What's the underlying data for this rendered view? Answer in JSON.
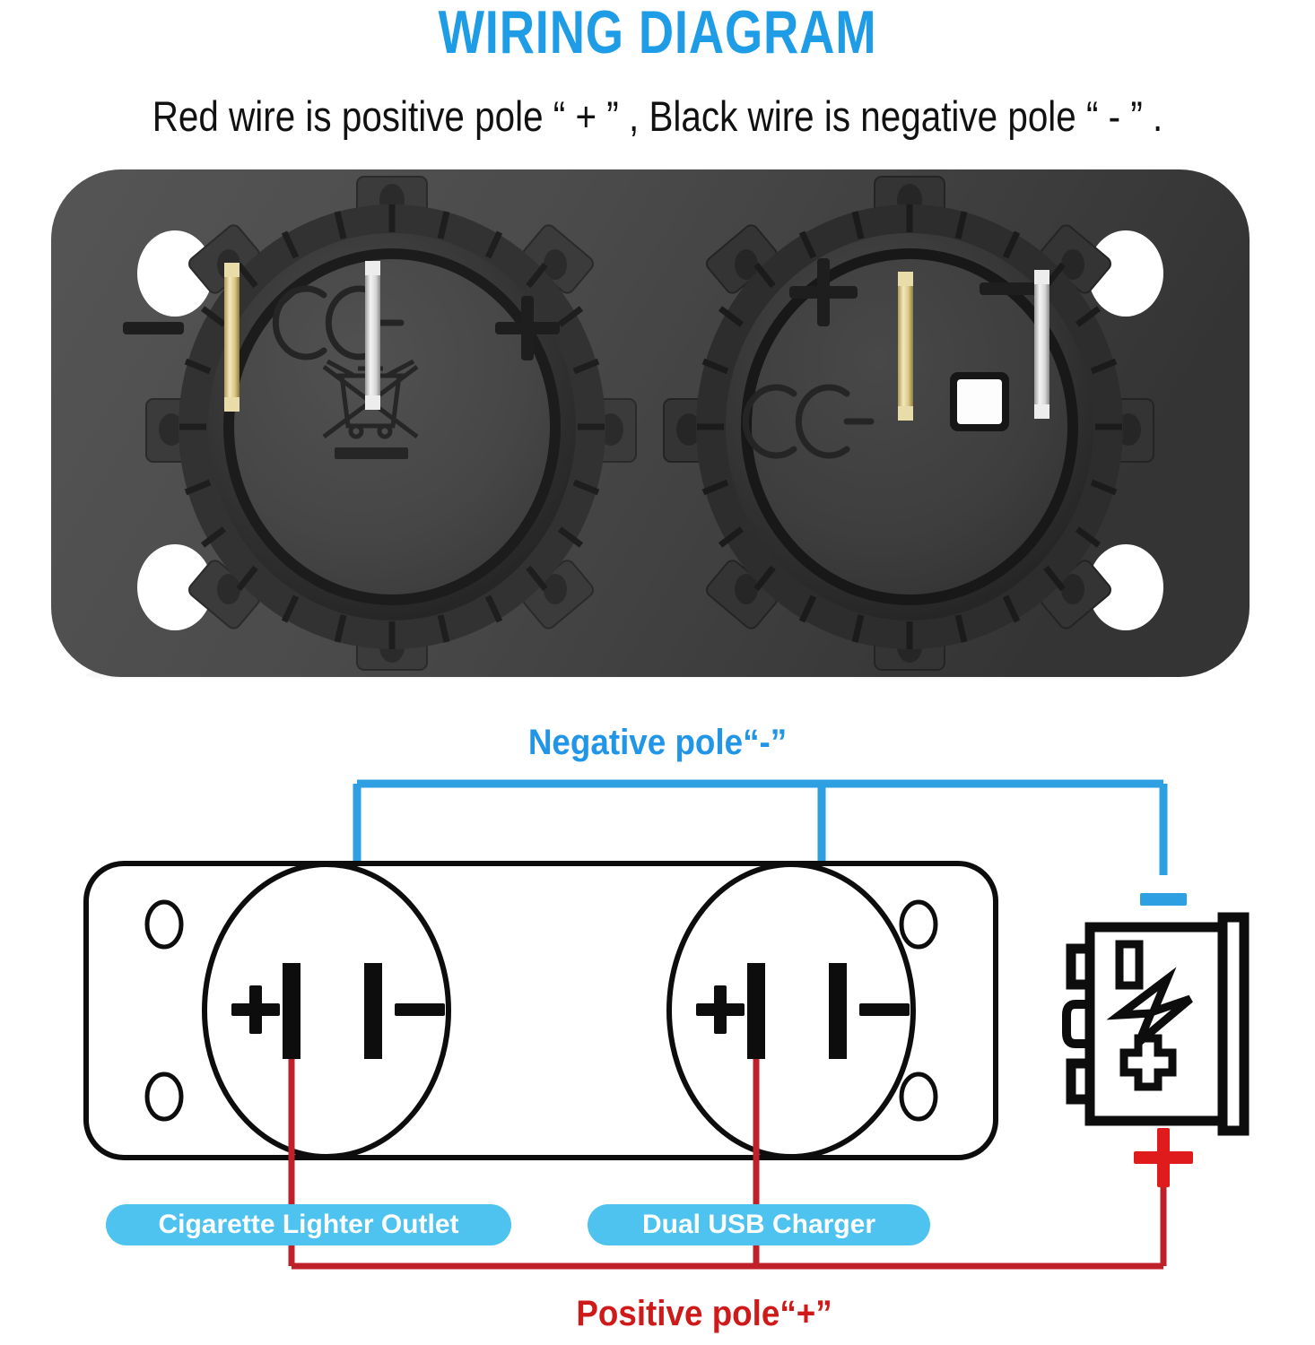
{
  "header": {
    "title": "WIRING DIAGRAM",
    "subtitle": "Red wire is positive pole “ + ” ,   Black wire is negative pole “ - ” ."
  },
  "colors": {
    "title_blue": "#1f9ce6",
    "wire_blue": "#2e9fe0",
    "wire_red": "#c0202a",
    "label_blue": "#2196e8",
    "label_red": "#cf1a1a",
    "badge_blue": "#4ec3ef",
    "panel_gray": "#4a4a4a",
    "panel_gray_dark": "#3a3a3a",
    "outline_black": "#0d0d0d"
  },
  "photo": {
    "description": "Dual socket mounting panel photograph",
    "panel": {
      "mount_holes": 4
    },
    "sockets": [
      {
        "name": "cigarette-lighter-socket",
        "marks": {
          "minus": "−",
          "plus": "+",
          "ce": "CE",
          "weee": "crossed-out-wheelie-bin"
        },
        "terminals": [
          "brass-terminal",
          "silver-terminal"
        ]
      },
      {
        "name": "dual-usb-socket",
        "marks": {
          "plus": "+",
          "minus": "−",
          "ce": "CE"
        },
        "terminals": [
          "brass-terminal",
          "silver-terminal"
        ],
        "center_feature": "white-square-led"
      }
    ]
  },
  "schematic": {
    "negative_label": "Negative pole“-”",
    "positive_label": "Positive pole“+”",
    "badges": [
      {
        "id": "cigarette-lighter-outlet",
        "label": "Cigarette Lighter Outlet"
      },
      {
        "id": "dual-usb-charger",
        "label": "Dual USB Charger"
      }
    ],
    "sockets": [
      {
        "id": "left-socket",
        "plus": "+",
        "minus": "−"
      },
      {
        "id": "right-socket",
        "plus": "+",
        "minus": "−"
      }
    ],
    "battery": {
      "id": "battery",
      "negative_terminal": "−",
      "positive_terminal": "+",
      "icon": "lightning-bolt"
    },
    "wires": [
      {
        "id": "negative-wire",
        "color": "#2e9fe0",
        "from": "socket-negative-terminals",
        "to": "battery-negative"
      },
      {
        "id": "positive-wire",
        "color": "#c0202a",
        "from": "socket-positive-terminals",
        "to": "battery-positive"
      }
    ]
  }
}
